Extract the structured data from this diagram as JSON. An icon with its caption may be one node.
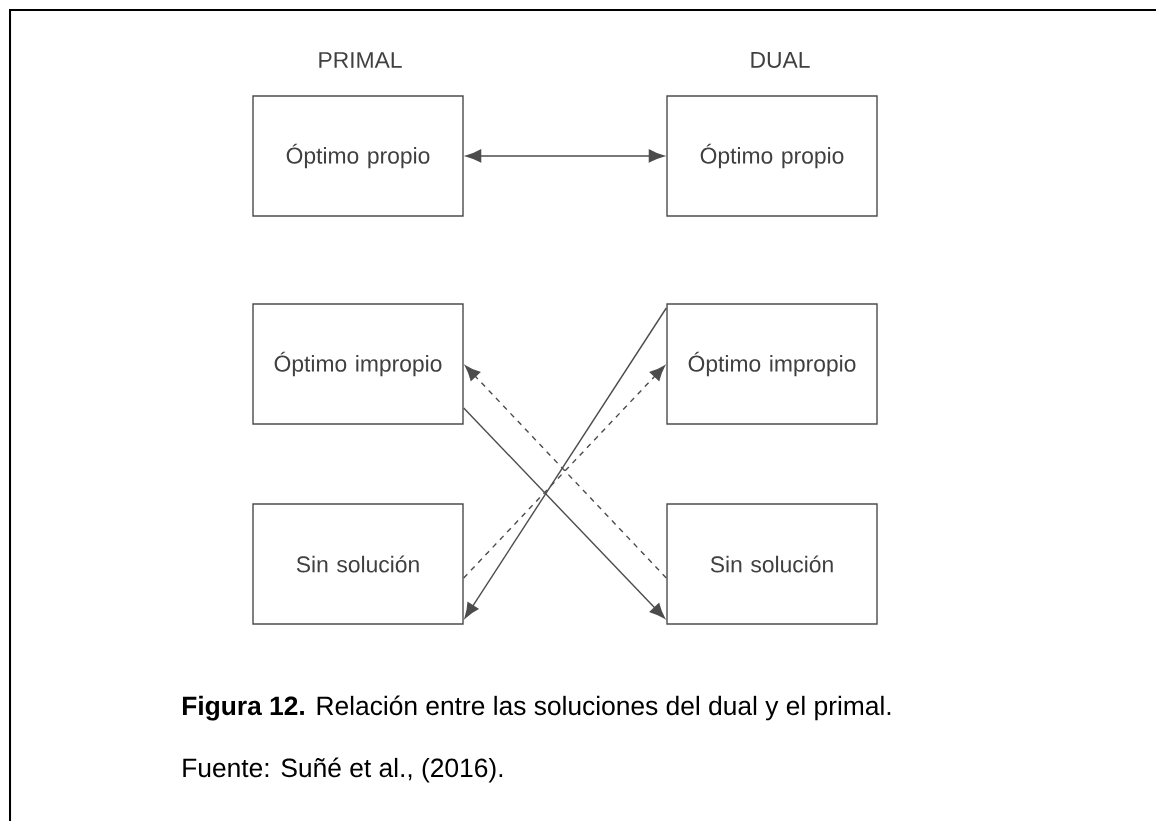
{
  "diagram": {
    "caption": "**Figura 12.** Relación entre las soluciones del dual y el primal.",
    "nodes": [
      {
        "text": [
          "Óptimo propio"
        ]
      },
      {
        "text": [
          "Óptimo propio"
        ]
      },
      {
        "text": [
          "Óptimo impropio"
        ]
      },
      {
        "text": [
          "Óptimo impropio"
        ]
      },
      {
        "text": [
          "Sin solución"
        ]
      },
      {
        "text": [
          "Sin solución"
        ]
      }
    ],
    "edges": [
      {
        "from": 0,
        "to": 1,
        "arrow": "both"
      },
      {
        "from": 5,
        "to": 2,
        "arrow": "to",
        "style": "dashed"
      },
      {
        "from": 4,
        "to": 3,
        "arrow": "to",
        "style": "dashed"
      },
      {
        "from": 2,
        "to": 5,
        "arrow": "to"
      },
      {
        "from": 3,
        "to": 4,
        "arrow": "to"
      }
    ],
    "labels": [
      "PRIMAL",
      "DUAL",
      "Fuente: Suñé et al., (2016)."
    ]
  }
}
